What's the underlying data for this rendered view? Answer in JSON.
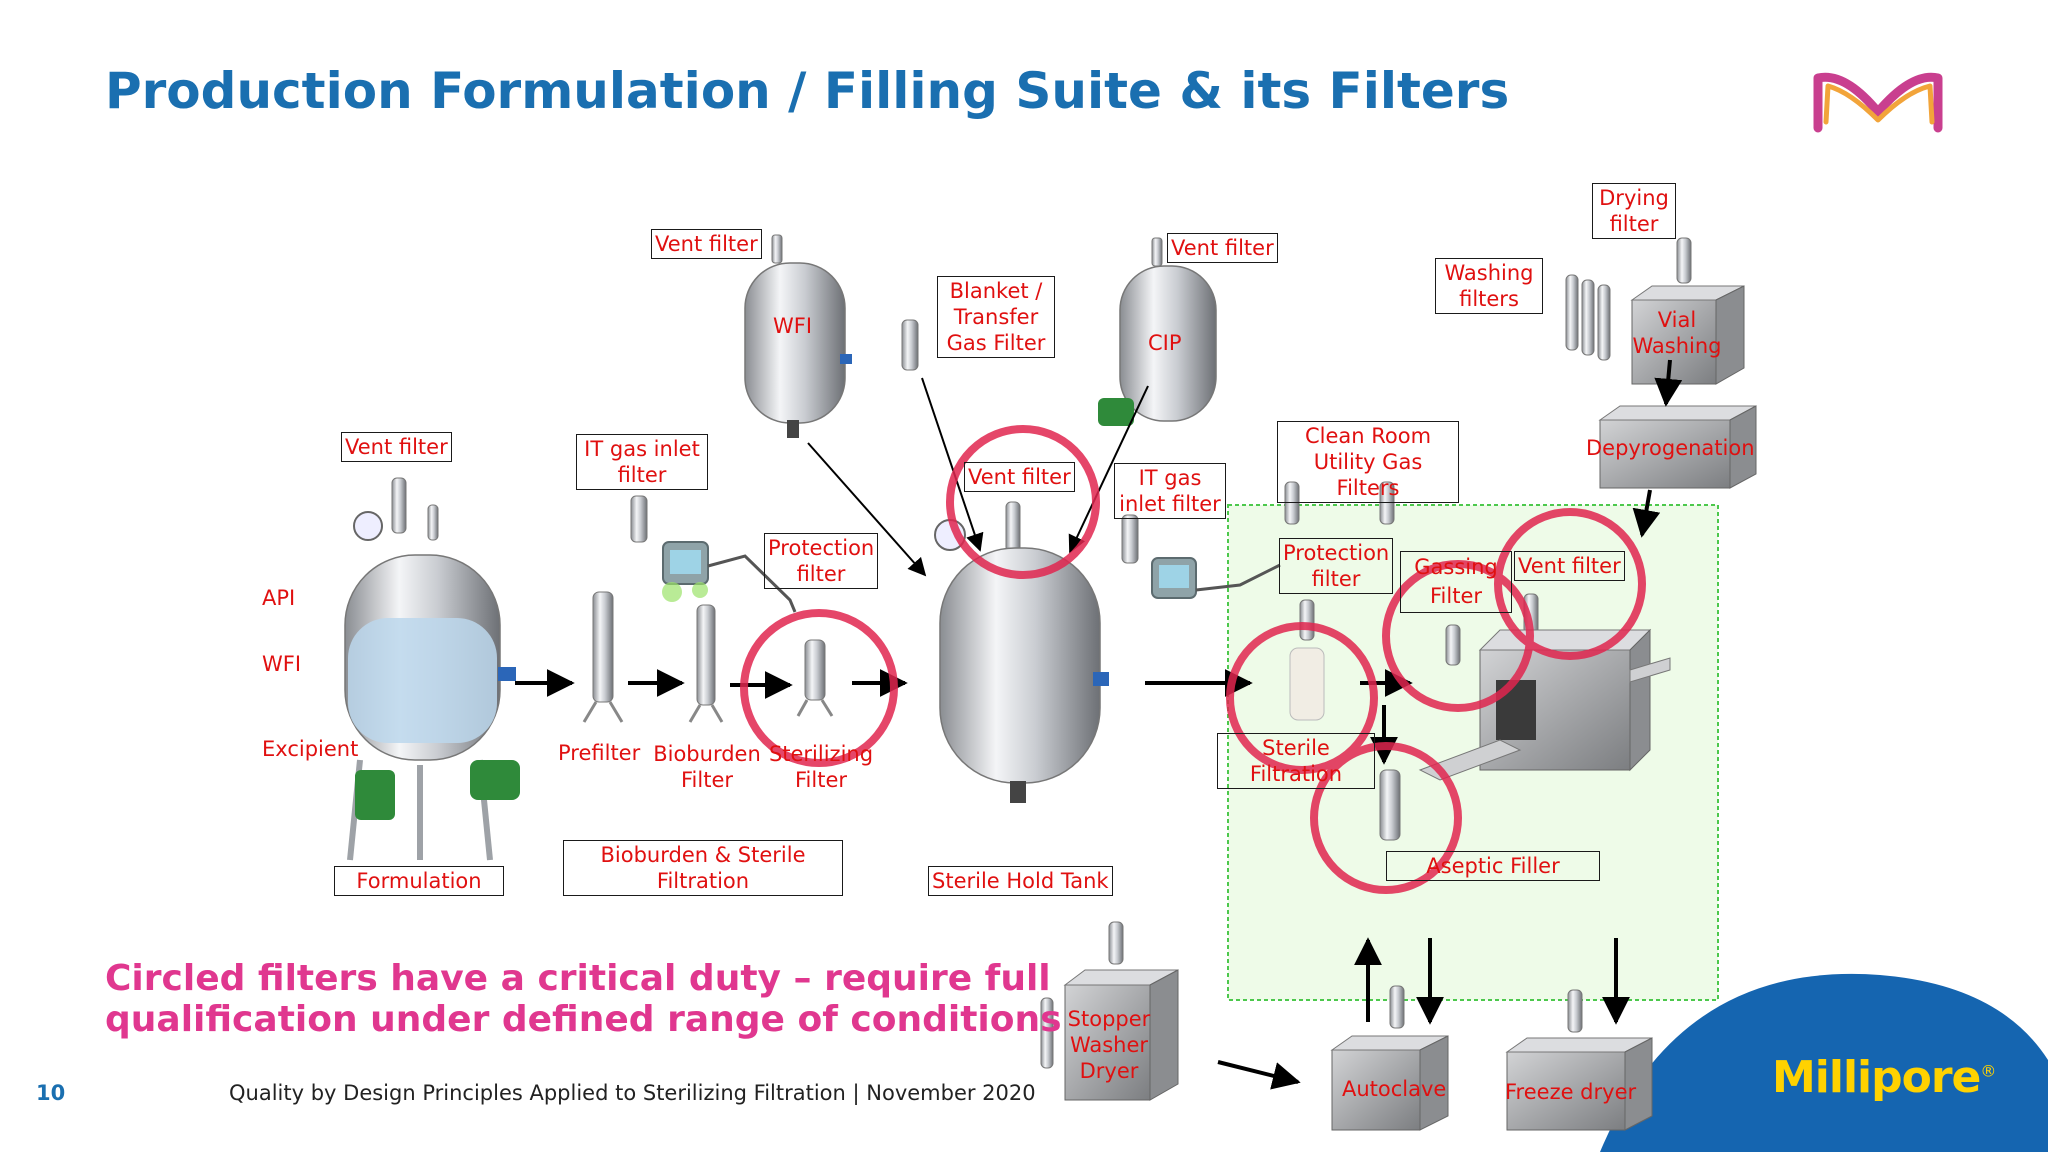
{
  "title": "Production Formulation / Filling Suite & its Filters",
  "labels": {
    "vent_filter_formulation": "Vent filter",
    "api": "API",
    "wfi_input": "WFI",
    "excipient": "Excipient",
    "formulation": "Formulation",
    "it_gas_inlet_filter_1": "IT gas inlet\nfilter",
    "vent_filter_wfi": "Vent filter",
    "wfi_tank": "WFI",
    "protection_filter_1": "Protection\nfilter",
    "prefilter": "Prefilter",
    "bioburden_filter": "Bioburden\nFilter",
    "sterilizing_filter": "Sterilizing\nFilter",
    "bioburden_sterile_filtration": "Bioburden & Sterile\nFiltration",
    "blanket_transfer": "Blanket /\nTransfer\nGas Filter",
    "vent_filter_hold": "Vent filter",
    "vent_filter_cip": "Vent filter",
    "cip": "CIP",
    "it_gas_inlet_filter_2": "IT gas\ninlet filter",
    "sterile_hold_tank": "Sterile Hold Tank",
    "clean_room_gas": "Clean Room\nUtility Gas\nFilters",
    "protection_filter_2": "Protection\nfilter",
    "gassing_filter": "Gassing\nFilter",
    "vent_filter_filler": "Vent filter",
    "sterile_filtration": "Sterile\nFiltration",
    "aseptic_filler": "Aseptic Filler",
    "washing_filters": "Washing\nfilters",
    "drying_filter": "Drying\nfilter",
    "vial_washing": "Vial\nWashing",
    "depyrogenation": "Depyrogenation",
    "stopper_washer": "Stopper\nWasher\nDryer",
    "autoclave": "Autoclave",
    "freeze_dryer": "Freeze dryer"
  },
  "note": "Circled filters have a critical duty – require full\nqualification under defined range of conditions",
  "footer": {
    "page_number": "10",
    "text": "Quality by Design Principles Applied to Sterilizing Filtration | November 2020"
  },
  "brand": {
    "name": "Millipore",
    "mark": "®"
  },
  "colors": {
    "title": "#1a6fb0",
    "label": "#e01010",
    "critical_circle": "#e0264f",
    "note": "#e0378f",
    "brand_bg": "#1565b0",
    "brand_text": "#ffd200",
    "aseptic_zone": "#eefbe8"
  }
}
